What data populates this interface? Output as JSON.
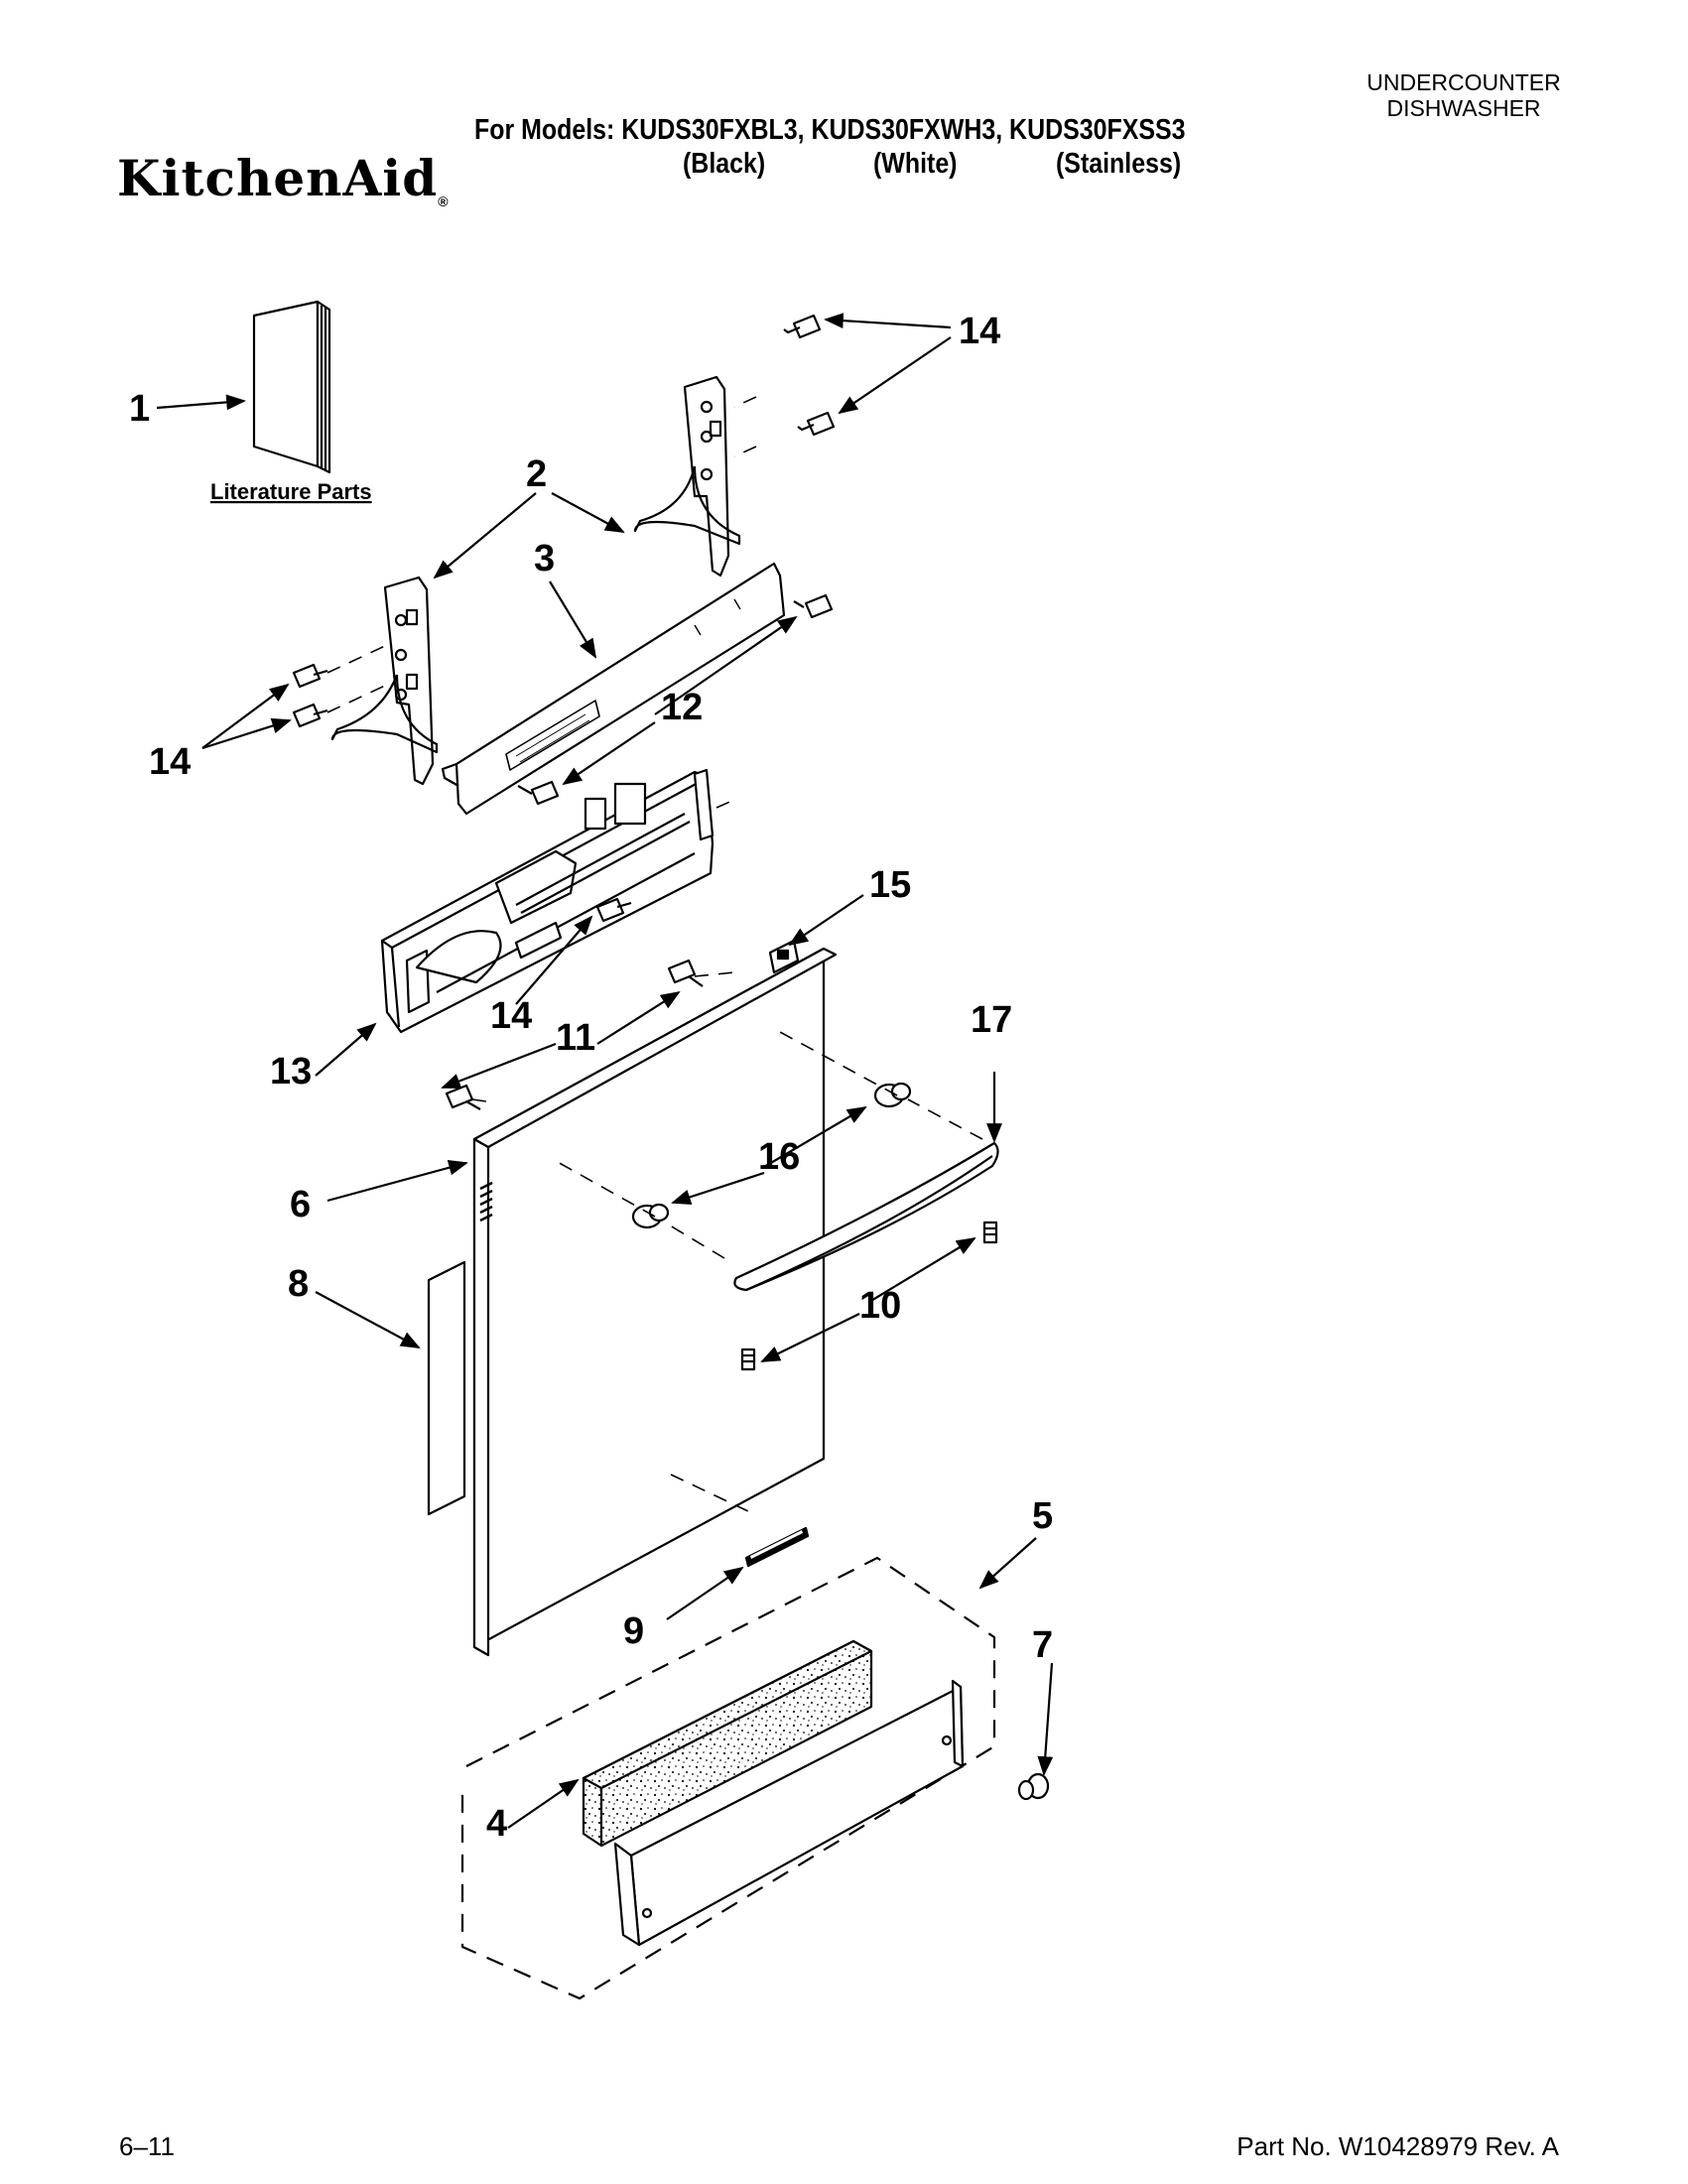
{
  "header": {
    "brand": "KitchenAid",
    "brand_mark": "®",
    "models_line": "For Models: KUDS30FXBL3, KUDS30FXWH3, KUDS30FXSS3",
    "color_black": "(Black)",
    "color_white": "(White)",
    "color_stainless": "(Stainless)",
    "doc_type_line1": "UNDERCOUNTER",
    "doc_type_line2": "DISHWASHER"
  },
  "diagram": {
    "literature_label": "Literature Parts",
    "callouts": [
      "1",
      "2",
      "3",
      "4",
      "5",
      "6",
      "7",
      "8",
      "9",
      "10",
      "11",
      "12",
      "13",
      "14",
      "14",
      "14",
      "15",
      "16",
      "17"
    ]
  },
  "footer": {
    "date_code": "6–11",
    "part_number": "Part No. W10428979 Rev. A"
  }
}
